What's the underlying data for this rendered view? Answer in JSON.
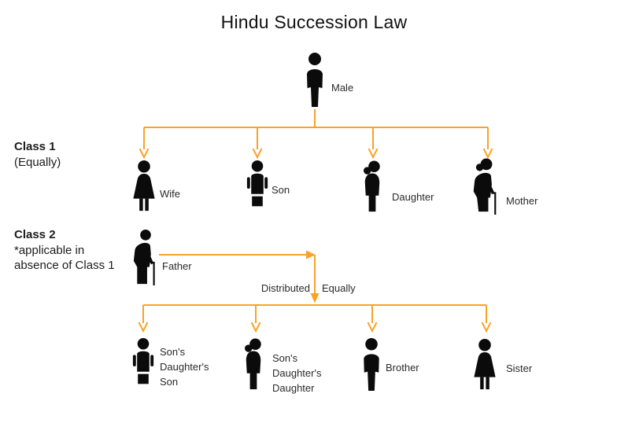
{
  "title": "Hindu Succession Law",
  "colors": {
    "connector": "#F9A326",
    "figure": "#0B0B0B"
  },
  "sections": {
    "class1": {
      "title": "Class 1",
      "subtitle": "(Equally)"
    },
    "class2": {
      "title": "Class 2",
      "subtitle_line1": "*applicable in",
      "subtitle_line2": "absence of Class 1"
    }
  },
  "flow": {
    "distributed": "Distributed",
    "equally": "Equally"
  },
  "nodes": {
    "male": {
      "label": "Male",
      "icon": "man-silhouette-icon"
    },
    "wife": {
      "label": "Wife",
      "icon": "woman-dress-icon"
    },
    "son": {
      "label": "Son",
      "icon": "boy-icon"
    },
    "daughter": {
      "label": "Daughter",
      "icon": "woman-profile-bun-icon"
    },
    "mother": {
      "label": "Mother",
      "icon": "elder-woman-cane-icon"
    },
    "father": {
      "label": "Father",
      "icon": "elder-man-cane-icon"
    },
    "sds": {
      "label": "Son's\nDaughter's\nSon",
      "icon": "boy-icon"
    },
    "sdd": {
      "label": "Son's\nDaughter's\nDaughter",
      "icon": "woman-profile-bun-icon"
    },
    "brother": {
      "label": "Brother",
      "icon": "man-silhouette-icon"
    },
    "sister": {
      "label": "Sister",
      "icon": "woman-dress-icon"
    }
  }
}
